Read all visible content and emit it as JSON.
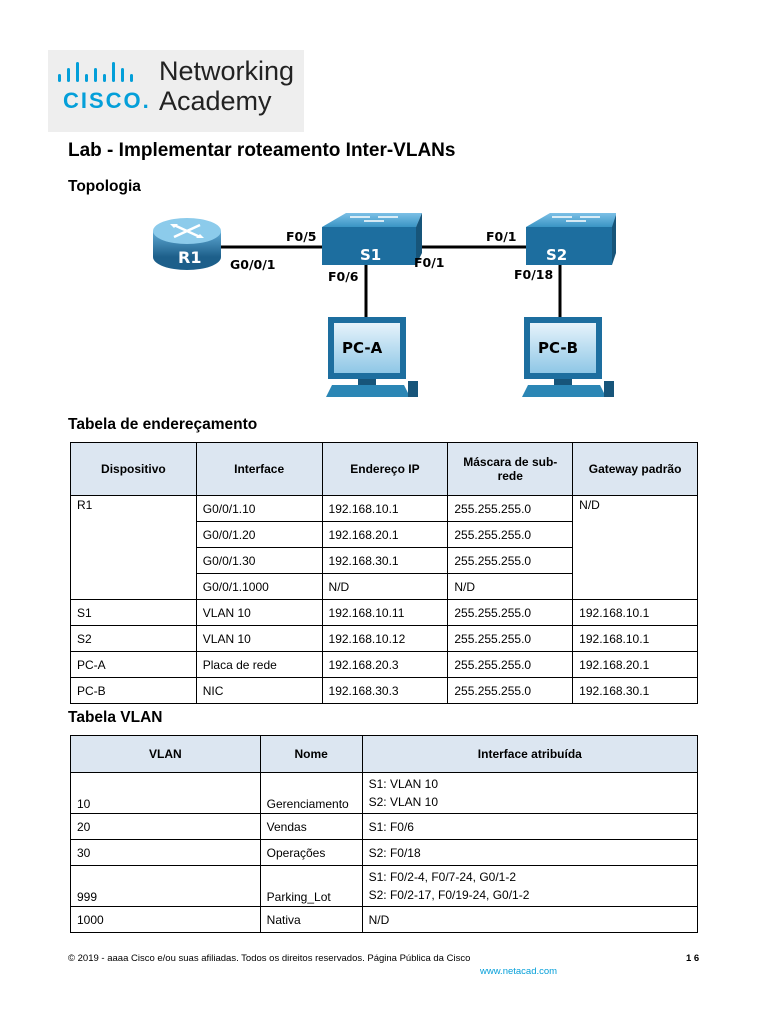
{
  "logo": {
    "brand": "CISCO.",
    "line1": "Networking",
    "line2": "Academy"
  },
  "title": "Lab - Implementar roteamento Inter-VLANs",
  "topology": {
    "heading": "Topologia",
    "devices": {
      "r1": "R1",
      "s1": "S1",
      "s2": "S2",
      "pca": "PC-A",
      "pcb": "PC-B"
    },
    "ports": {
      "r1_g": "G0/0/1",
      "s1_f05": "F0/5",
      "s1_f06": "F0/6",
      "s1_f01": "F0/1",
      "s2_f01": "F0/1",
      "s2_f018": "F0/18"
    },
    "colors": {
      "router": "#1f6f9f",
      "switch": "#2b86b5",
      "pc": "#1f6f9f",
      "cable": "#000000"
    }
  },
  "addressing": {
    "heading": "Tabela de endereçamento",
    "headers": [
      "Dispositivo",
      "Interface",
      "Endereço IP",
      "Máscara de sub-rede",
      "Gateway padrão"
    ],
    "r1": {
      "device": "R1",
      "gateway": "N/D",
      "rows": [
        {
          "iface": "G0/0/1.10",
          "ip": "192.168.10.1",
          "mask": "255.255.255.0"
        },
        {
          "iface": "G0/0/1.20",
          "ip": "192.168.20.1",
          "mask": "255.255.255.0"
        },
        {
          "iface": "G0/0/1.30",
          "ip": "192.168.30.1",
          "mask": "255.255.255.0"
        },
        {
          "iface": "G0/0/1.1000",
          "ip": "N/D",
          "mask": "N/D"
        }
      ]
    },
    "rows": [
      {
        "device": "S1",
        "iface": "VLAN 10",
        "ip": "192.168.10.11",
        "mask": "255.255.255.0",
        "gateway": "192.168.10.1"
      },
      {
        "device": "S2",
        "iface": "VLAN 10",
        "ip": "192.168.10.12",
        "mask": "255.255.255.0",
        "gateway": "192.168.10.1"
      },
      {
        "device": "PC-A",
        "iface": "Placa de rede",
        "ip": "192.168.20.3",
        "mask": "255.255.255.0",
        "gateway": "192.168.20.1"
      },
      {
        "device": "PC-B",
        "iface": "NIC",
        "ip": "192.168.30.3",
        "mask": "255.255.255.0",
        "gateway": "192.168.30.1"
      }
    ]
  },
  "vlan": {
    "heading": "Tabela VLAN",
    "headers": [
      "VLAN",
      "Nome",
      "Interface atribuída"
    ],
    "rows": [
      {
        "vlan": "10",
        "name": "Gerenciamento",
        "ifaces": [
          "S1: VLAN 10",
          "S2: VLAN 10"
        ]
      },
      {
        "vlan": "20",
        "name": "Vendas",
        "ifaces": [
          "S1: F0/6"
        ]
      },
      {
        "vlan": "30",
        "name": "Operações",
        "ifaces": [
          "S2: F0/18"
        ]
      },
      {
        "vlan": "999",
        "name": "Parking_Lot",
        "ifaces": [
          "S1: F0/2-4, F0/7-24, G0/1-2",
          "S2: F0/2-17, F0/19-24, G0/1-2"
        ]
      },
      {
        "vlan": "1000",
        "name": "Nativa",
        "ifaces": [
          "N/D"
        ]
      }
    ]
  },
  "footer": {
    "copyright": "© 2019 - aaaa Cisco e/ou suas afiliadas. Todos os direitos reservados. Página Pública da Cisco",
    "link": "www.netacad.com",
    "page": "1 6"
  },
  "colors": {
    "table_header_bg": "#dce6f1",
    "cisco_blue": "#049fd9"
  }
}
